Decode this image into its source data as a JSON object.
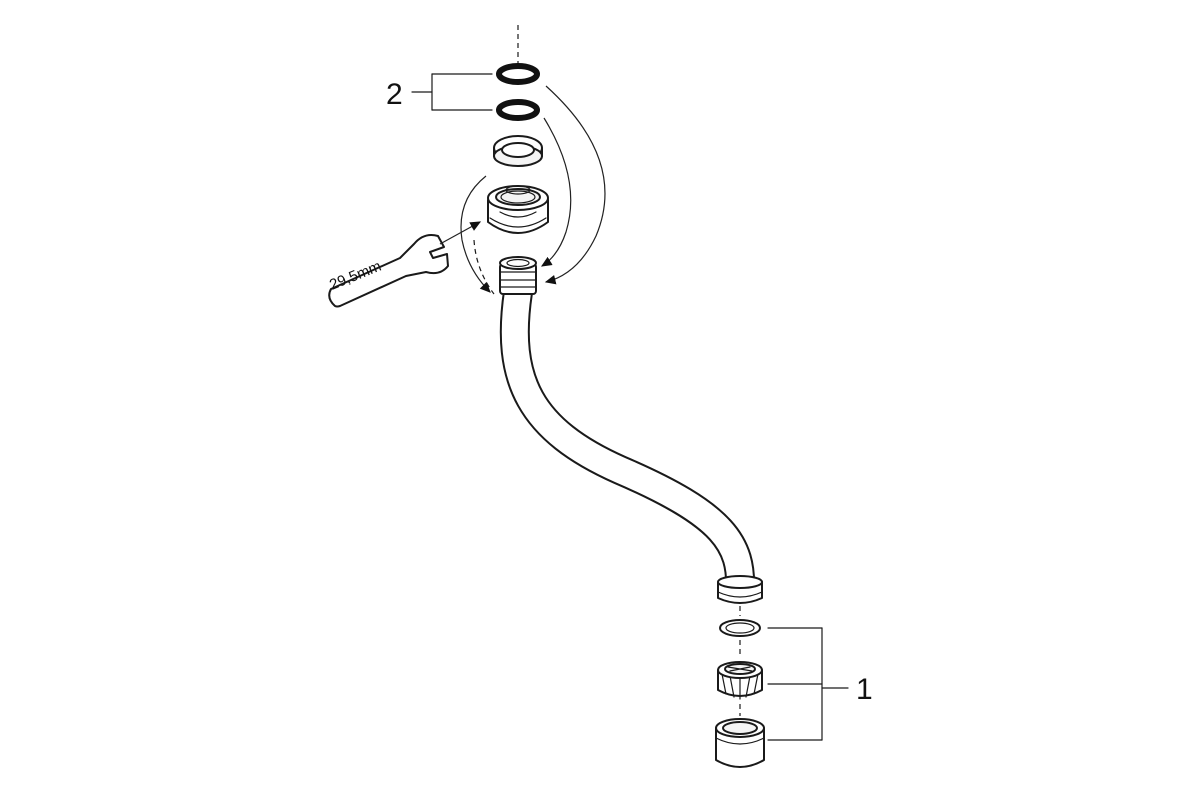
{
  "diagram": {
    "callouts": [
      {
        "id": "callout-1",
        "label": "1"
      },
      {
        "id": "callout-2",
        "label": "2"
      }
    ],
    "wrench_size": "29,5mm"
  }
}
